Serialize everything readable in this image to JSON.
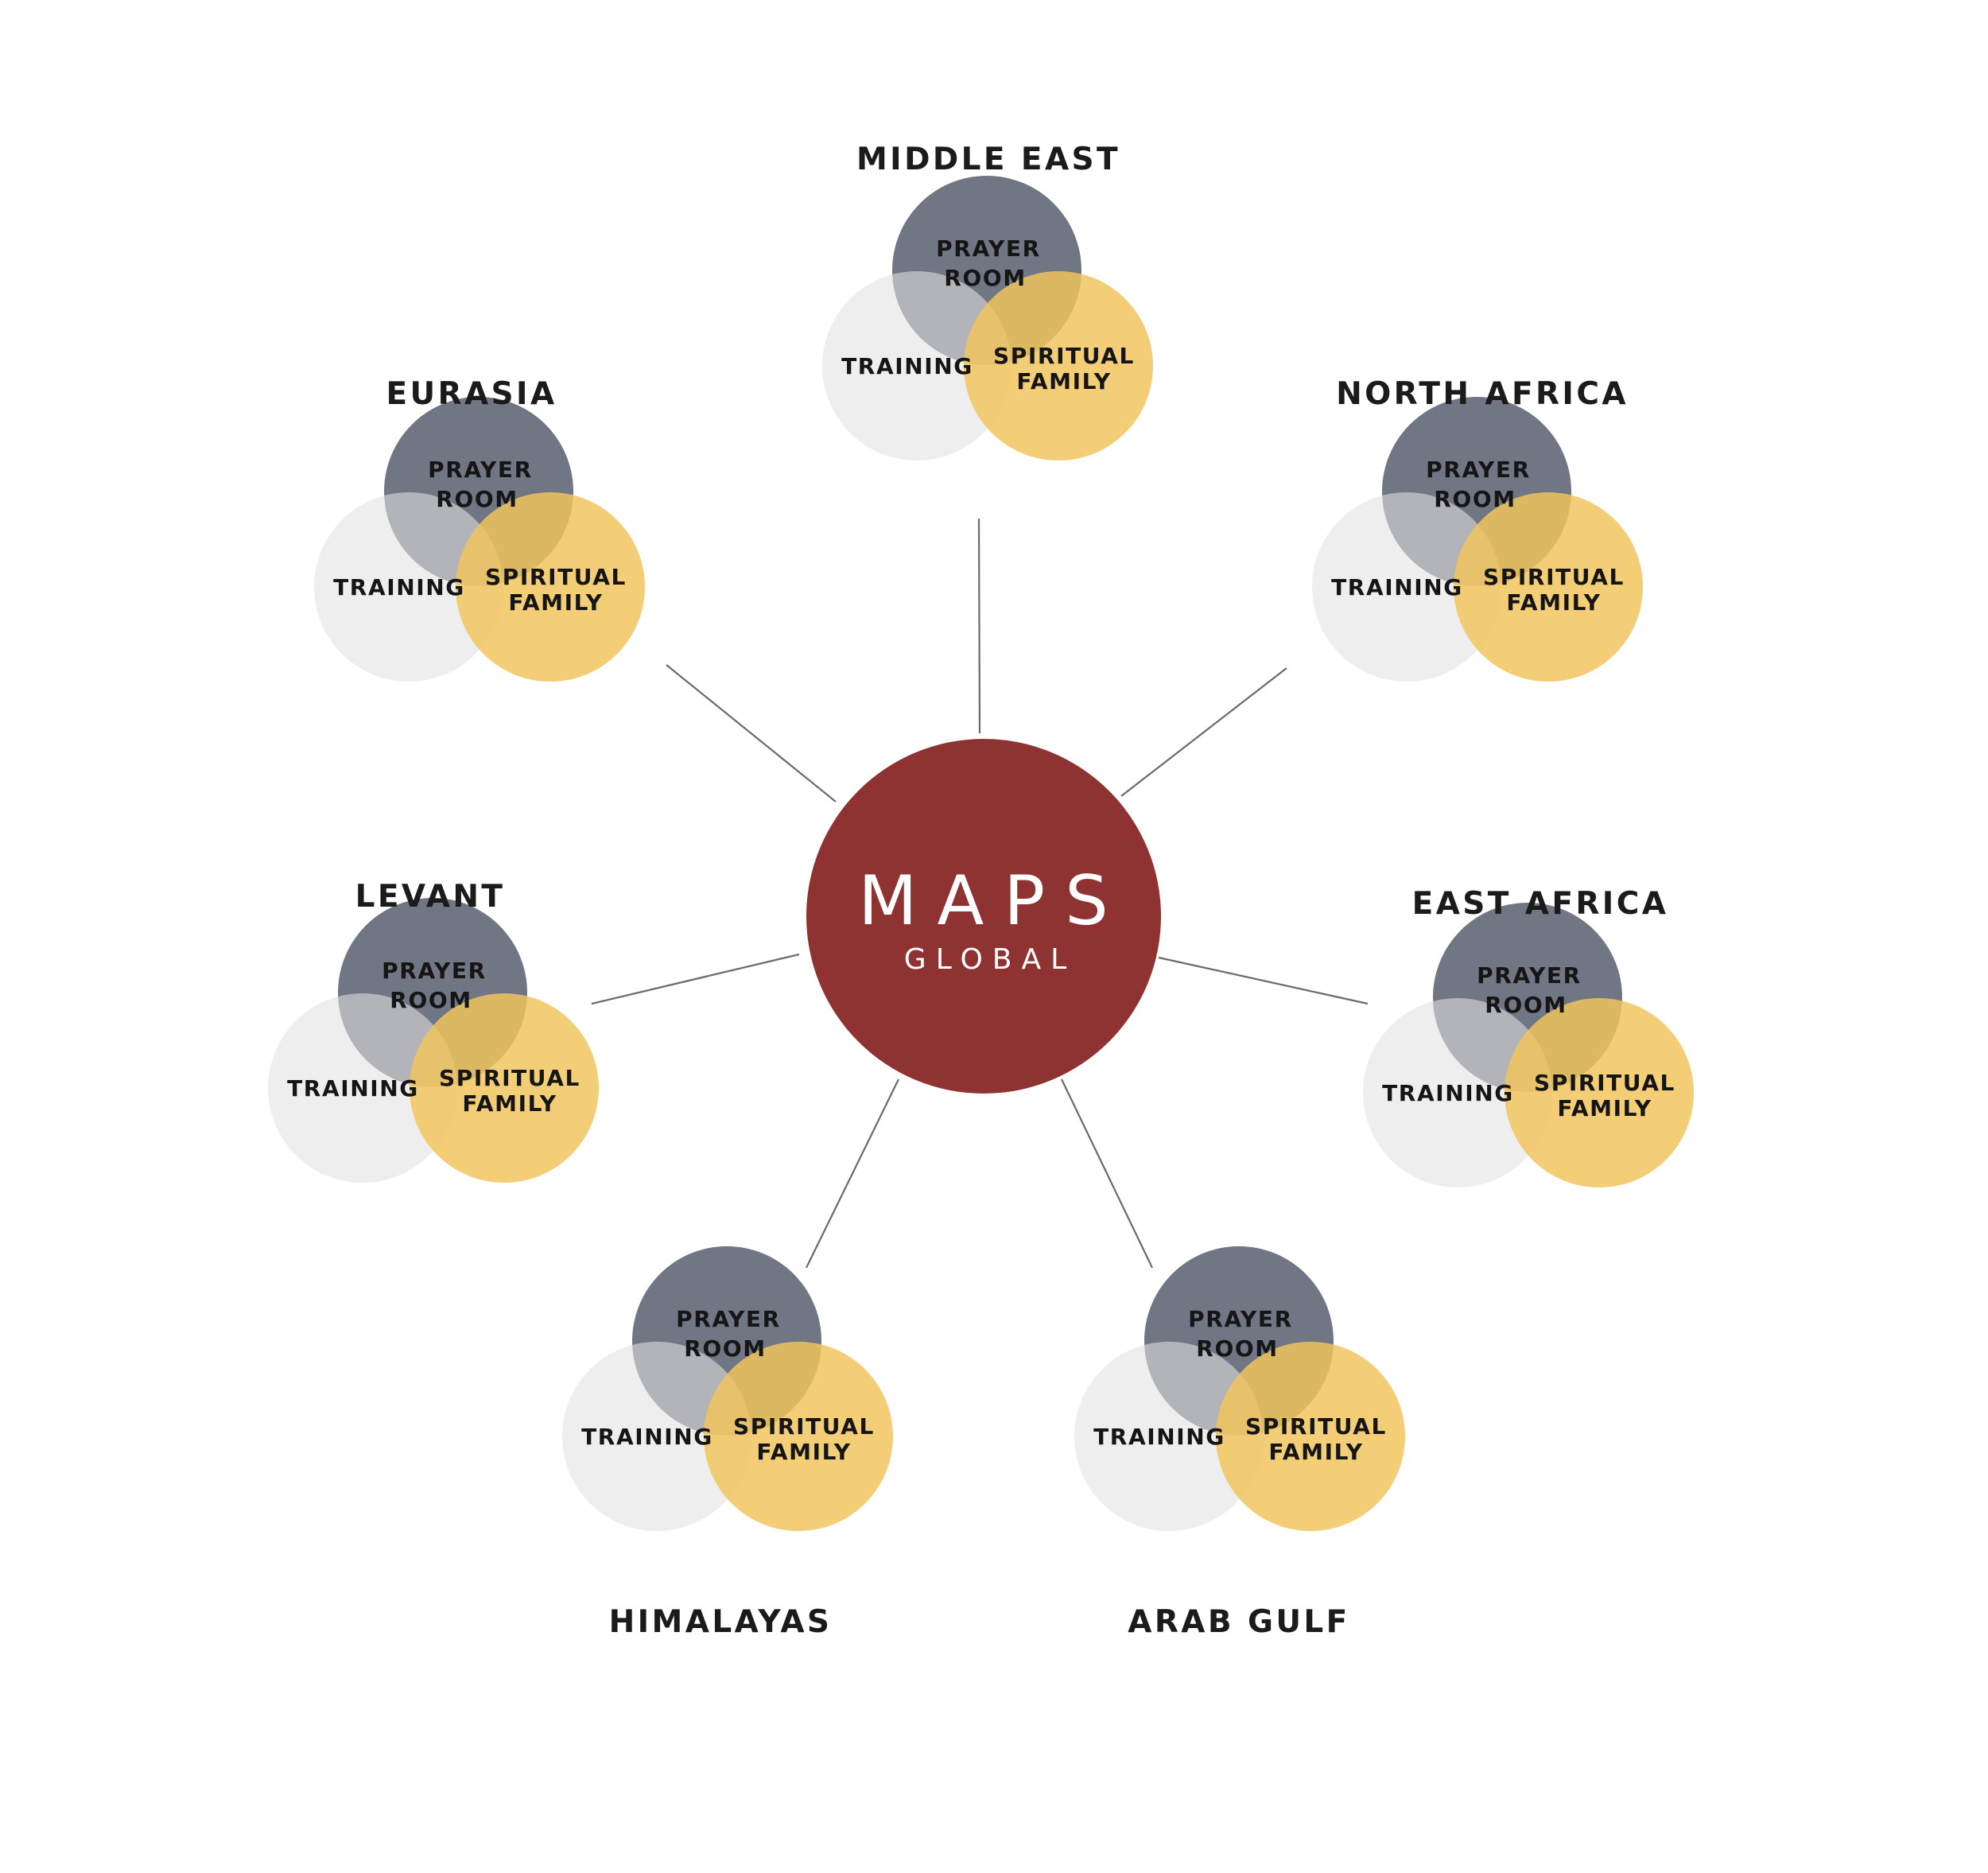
{
  "hub": {
    "title": "MAPS",
    "subtitle": "GLOBAL"
  },
  "circle_labels": {
    "prayer_room": [
      "PRAYER",
      "ROOM"
    ],
    "training": "TRAINING",
    "spiritual_family": [
      "SPIRITUAL",
      "FAMILY"
    ]
  },
  "regions": [
    {
      "id": "middle-east",
      "name": "MIDDLE EAST"
    },
    {
      "id": "north-africa",
      "name": "NORTH AFRICA"
    },
    {
      "id": "east-africa",
      "name": "EAST AFRICA"
    },
    {
      "id": "arab-gulf",
      "name": "ARAB GULF"
    },
    {
      "id": "himalayas",
      "name": "HIMALAYAS"
    },
    {
      "id": "levant",
      "name": "LEVANT"
    },
    {
      "id": "eurasia",
      "name": "EURASIA"
    }
  ],
  "colors": {
    "hub": "#8e3232",
    "prayer_room": "#707684",
    "training": "#e2e2e2",
    "spiritual_family": "#f2c55c",
    "spoke": "#6a6a6a"
  }
}
